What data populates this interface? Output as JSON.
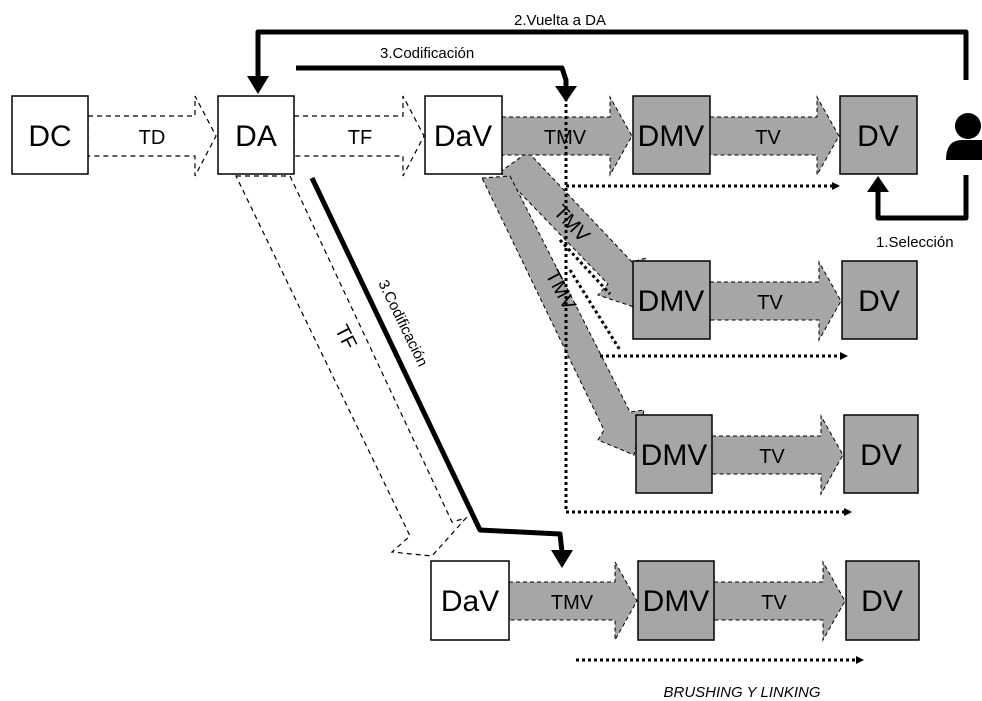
{
  "nodes": {
    "dc": "DC",
    "da": "DA",
    "dav_top": "DaV",
    "dmv_1": "DMV",
    "dv_1": "DV",
    "dmv_2": "DMV",
    "dv_2": "DV",
    "dmv_3": "DMV",
    "dv_3": "DV",
    "dav_bottom": "DaV",
    "dmv_4": "DMV",
    "dv_4": "DV"
  },
  "transforms": {
    "td": "TD",
    "tf_top": "TF",
    "tf_diag": "TF",
    "tmv_top": "TMV",
    "tmv_diag_1": "TMV",
    "tmv_diag_2": "TMV",
    "tmv_bottom": "TMV",
    "tv_1": "TV",
    "tv_2": "TV",
    "tv_3": "TV",
    "tv_4": "TV"
  },
  "steps": {
    "seleccion": "1.Selección",
    "vuelta": "2.Vuelta a DA",
    "codificacion_top": "3.Codificación",
    "codificacion_diag": "3.Codificación"
  },
  "caption": "BRUSHING Y LINKING",
  "colors": {
    "gray_fill": "#a6a6a6",
    "stroke": "#000000",
    "white": "#ffffff"
  },
  "icons": {
    "user": "user-icon"
  }
}
